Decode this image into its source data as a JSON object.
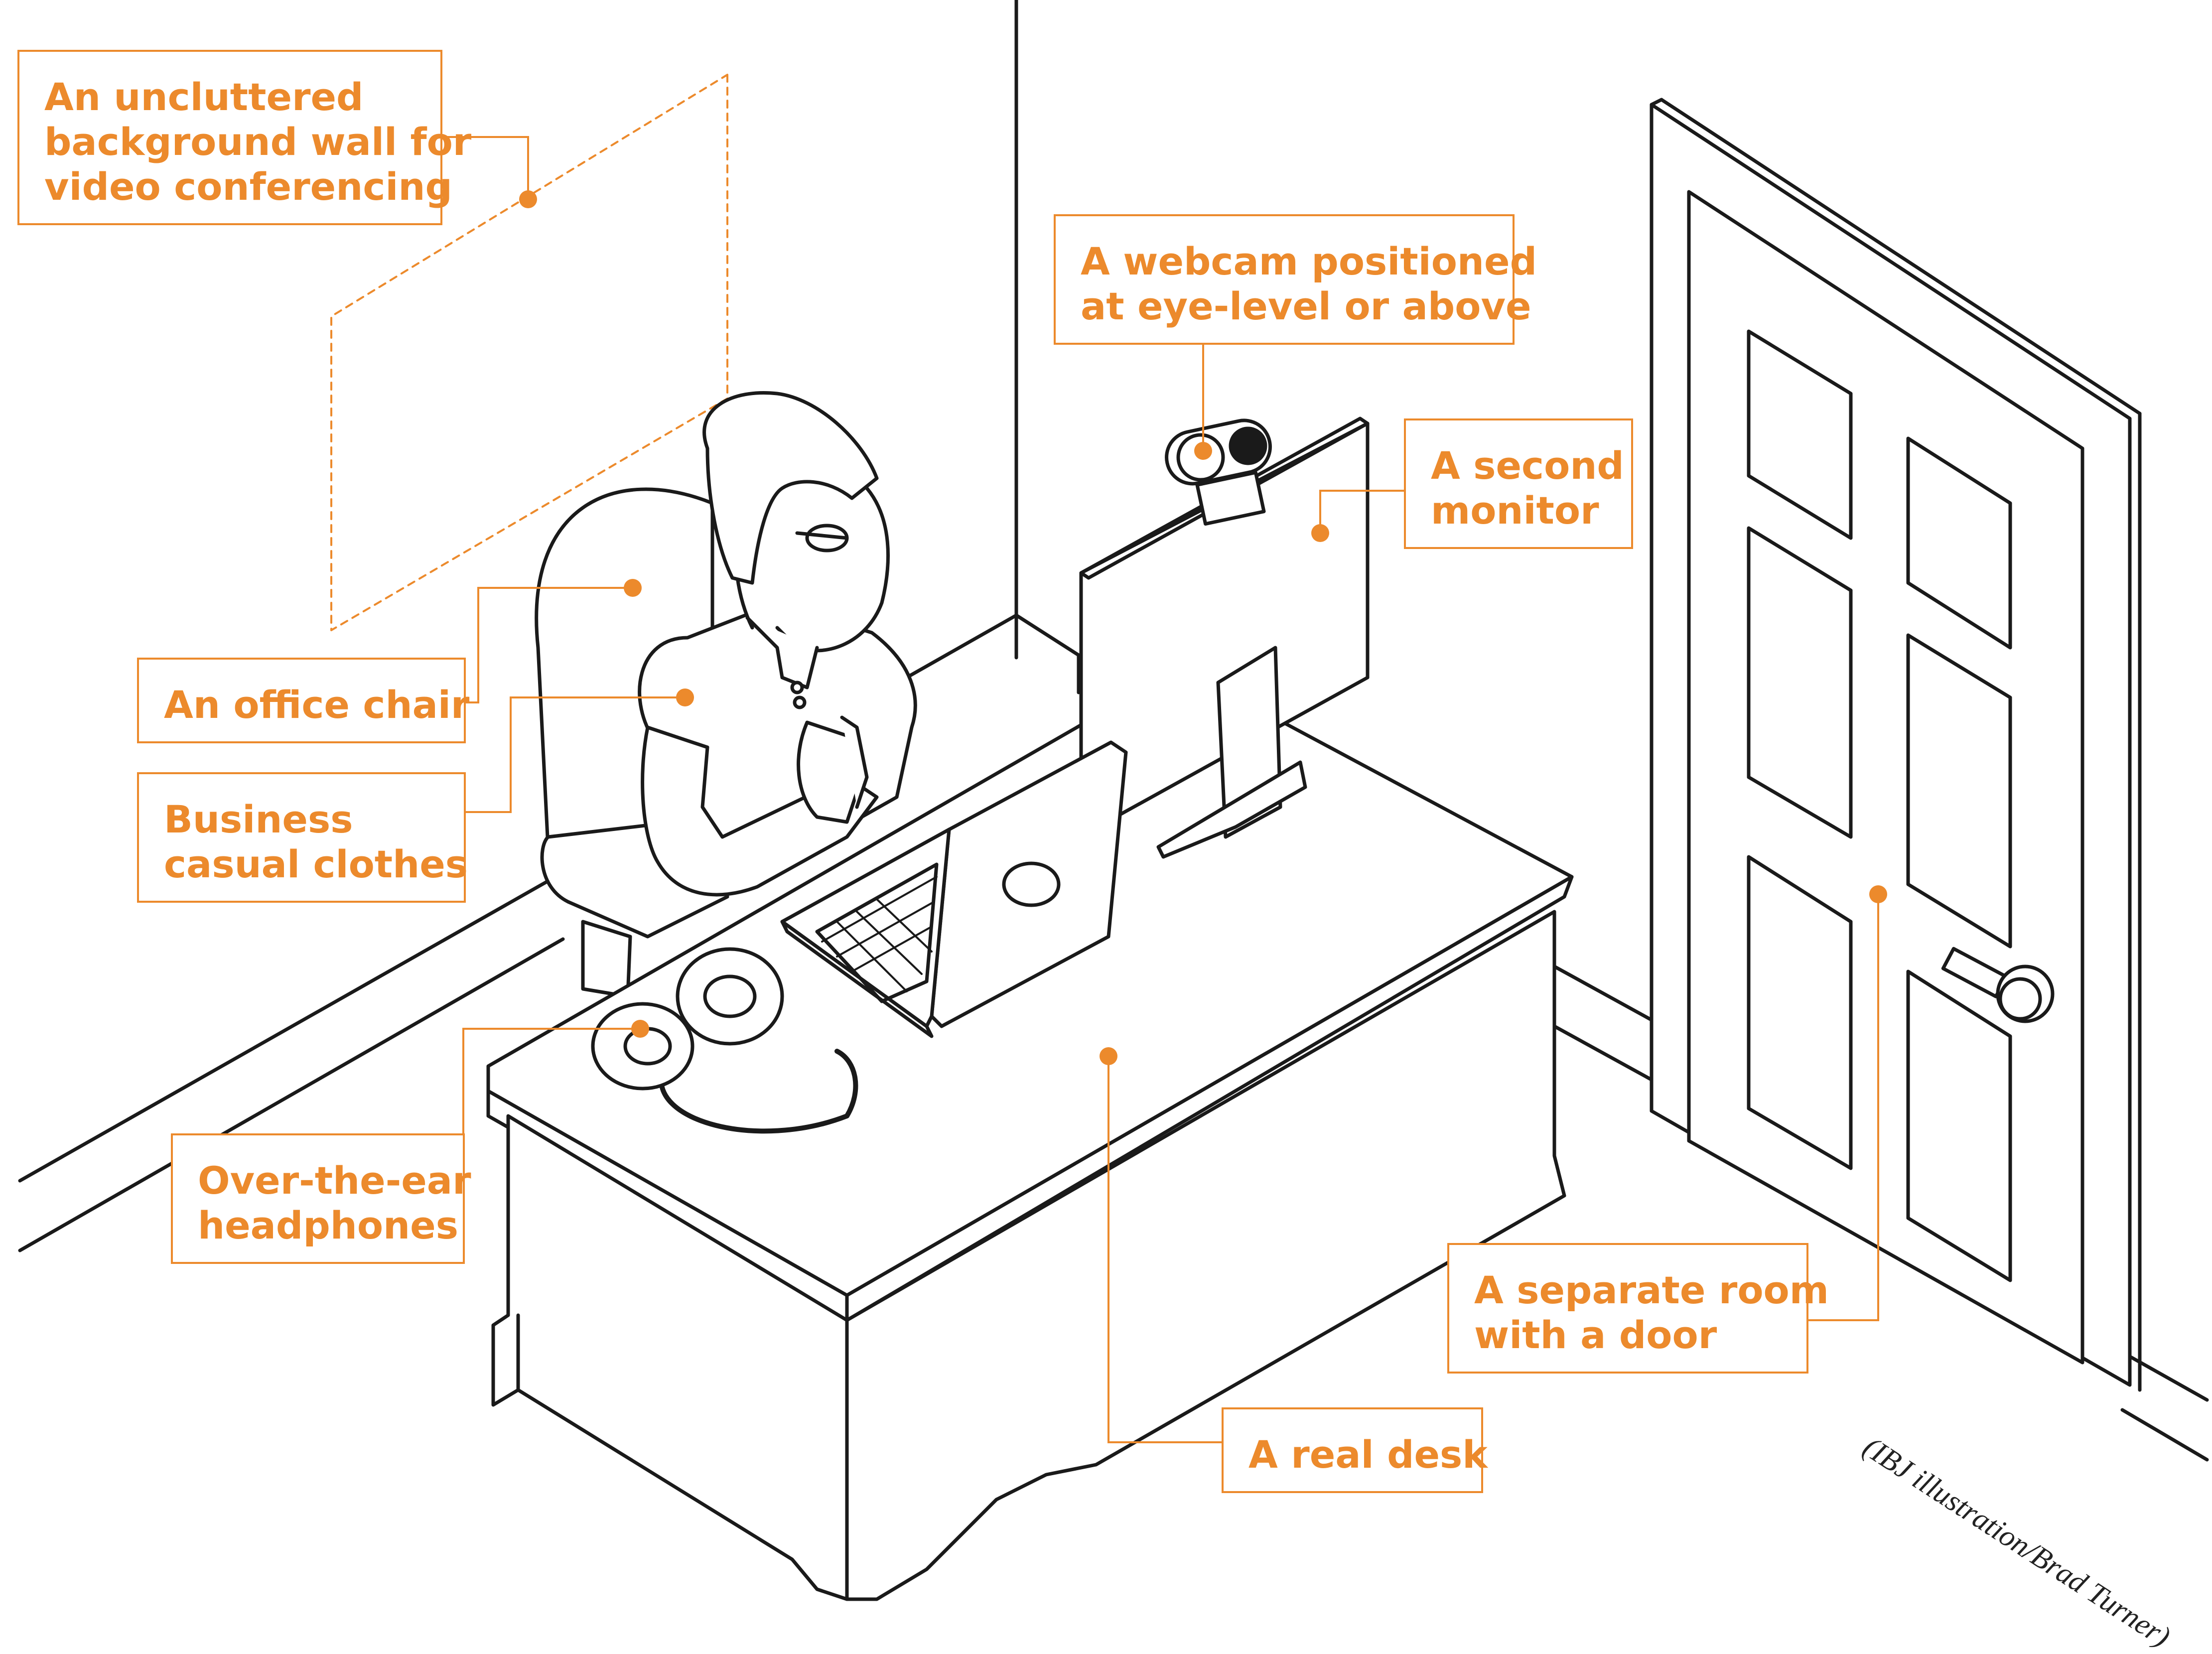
{
  "labels": {
    "wall": {
      "lines": [
        "An uncluttered",
        "background wall for",
        "video conferencing"
      ]
    },
    "webcam": {
      "lines": [
        "A webcam positioned",
        "at eye-level or above"
      ]
    },
    "monitor": {
      "lines": [
        "A second",
        "monitor"
      ]
    },
    "chair": {
      "lines": [
        "An office chair"
      ]
    },
    "clothes": {
      "lines": [
        "Business",
        "casual clothes"
      ]
    },
    "headphones": {
      "lines": [
        "Over-the-ear",
        "headphones"
      ]
    },
    "door": {
      "lines": [
        "A separate room",
        "with a door"
      ]
    },
    "desk": {
      "lines": [
        "A real desk"
      ]
    }
  },
  "credit": "(IBJ illustration/Brad Turner)",
  "colors": {
    "accent": "#ec8a2c",
    "ink": "#1a1a1a",
    "background": "#ffffff"
  }
}
